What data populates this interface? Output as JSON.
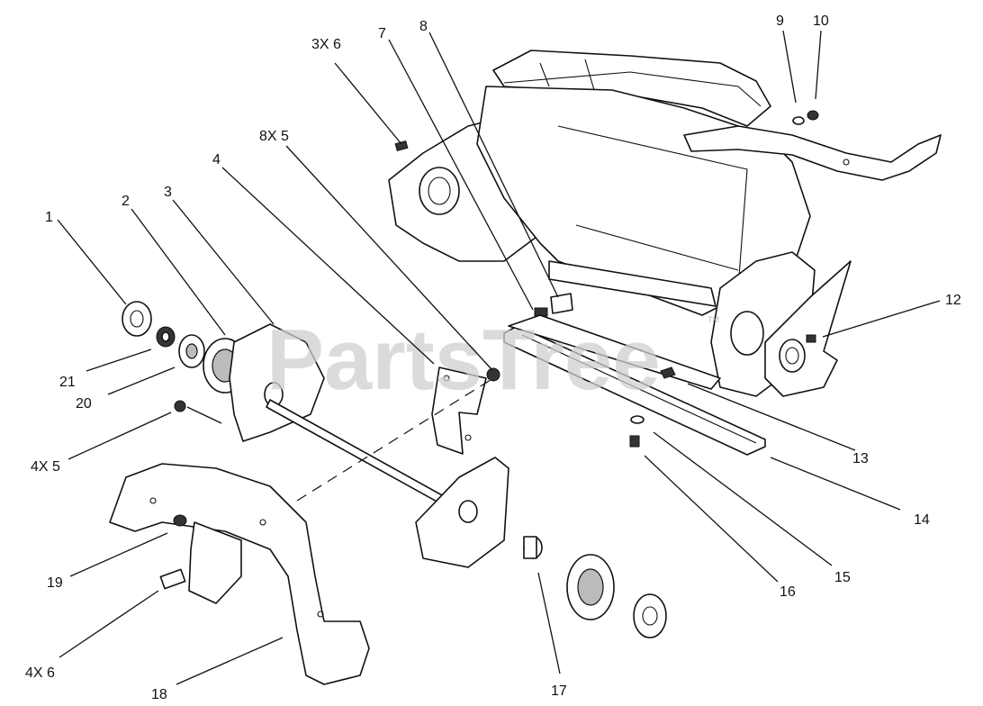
{
  "watermark": "PartsTree",
  "trademark": "TM",
  "callouts": [
    {
      "id": "c-3x6",
      "label": "3X 6"
    },
    {
      "id": "c-7",
      "label": "7"
    },
    {
      "id": "c-8",
      "label": "8"
    },
    {
      "id": "c-9",
      "label": "9"
    },
    {
      "id": "c-10",
      "label": "10"
    },
    {
      "id": "c-8x5",
      "label": "8X 5"
    },
    {
      "id": "c-4",
      "label": "4"
    },
    {
      "id": "c-3",
      "label": "3"
    },
    {
      "id": "c-2",
      "label": "2"
    },
    {
      "id": "c-1",
      "label": "1"
    },
    {
      "id": "c-12",
      "label": "12"
    },
    {
      "id": "c-21",
      "label": "21"
    },
    {
      "id": "c-20",
      "label": "20"
    },
    {
      "id": "c-4x5",
      "label": "4X 5"
    },
    {
      "id": "c-13",
      "label": "13"
    },
    {
      "id": "c-14",
      "label": "14"
    },
    {
      "id": "c-15",
      "label": "15"
    },
    {
      "id": "c-16",
      "label": "16"
    },
    {
      "id": "c-19",
      "label": "19"
    },
    {
      "id": "c-4x6",
      "label": "4X 6"
    },
    {
      "id": "c-18",
      "label": "18"
    },
    {
      "id": "c-17",
      "label": "17"
    }
  ]
}
